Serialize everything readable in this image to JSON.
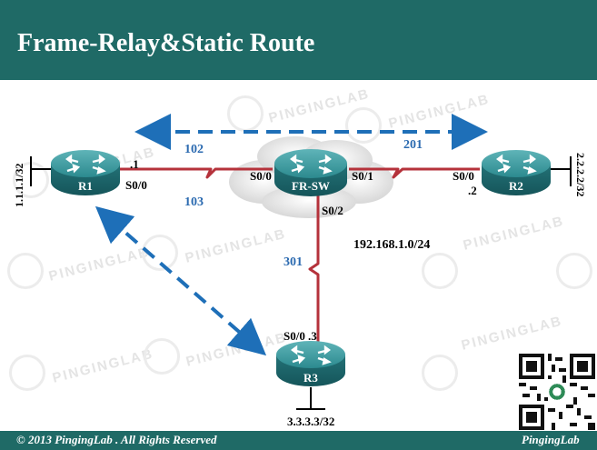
{
  "header": {
    "title": "Frame-Relay&Static Route"
  },
  "footer": {
    "copyright": "© 2013 PingingLab . All Rights Reserved",
    "brand": "PingingLab"
  },
  "watermark": {
    "text": "PINGINGLAB"
  },
  "routers": {
    "r1": {
      "name": "R1"
    },
    "fr_sw": {
      "name": "FR-SW"
    },
    "r2": {
      "name": "R2"
    },
    "r3": {
      "name": "R3"
    }
  },
  "interfaces": {
    "r1_s00": "S0/0",
    "r1_host": ".1",
    "frsw_s00": "S0/0",
    "frsw_s01": "S0/1",
    "frsw_s02": "S0/2",
    "r2_s00": "S0/0",
    "r2_host": ".2",
    "r3_s00": "S0/0",
    "r3_host": ".3"
  },
  "dlci": {
    "d102": "102",
    "d103": "103",
    "d201": "201",
    "d301": "301"
  },
  "network": "192.168.1.0/24",
  "loopbacks": {
    "r1": "1.1.1.1/32",
    "r2": "2.2.2.2/32",
    "r3": "3.3.3.3/32"
  },
  "colors": {
    "header": "#1f6a66",
    "link": "#b5323b",
    "arrow": "#1e6fb8",
    "router": "#2a7e83"
  }
}
